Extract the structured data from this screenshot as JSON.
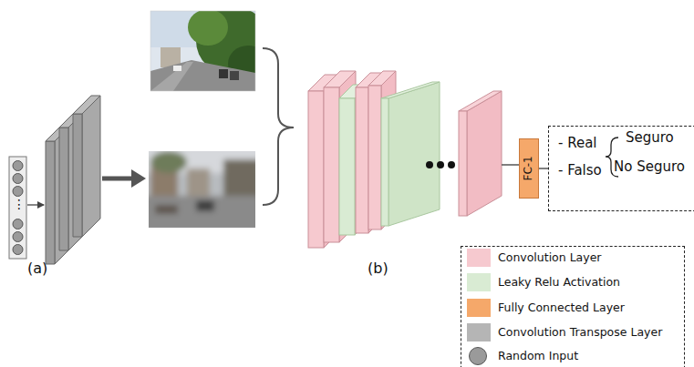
{
  "diagram": {
    "nodes": [
      {
        "text": [
          "FC-1"
        ]
      },
      {
        "text": [
          "- Real",
          "- Falso",
          "Seguro",
          "No Seguro"
        ]
      }
    ],
    "edges": [
      {
        "from": 0,
        "to": 1,
        "arrow": "none"
      }
    ],
    "labels": [
      "(a)",
      "(b)",
      "⋮"
    ],
    "legend": [
      {
        "text": "Convolution Layer",
        "color": "#f6c9cf"
      },
      {
        "text": "Leaky Relu Activation",
        "color": "#d9ebd3"
      },
      {
        "text": "Fully Connected Layer",
        "color": "#f5a86a"
      },
      {
        "text": "Convolution Transpose Layer",
        "color": "#b5b5b5"
      },
      {
        "text": "Random Input"
      }
    ]
  }
}
